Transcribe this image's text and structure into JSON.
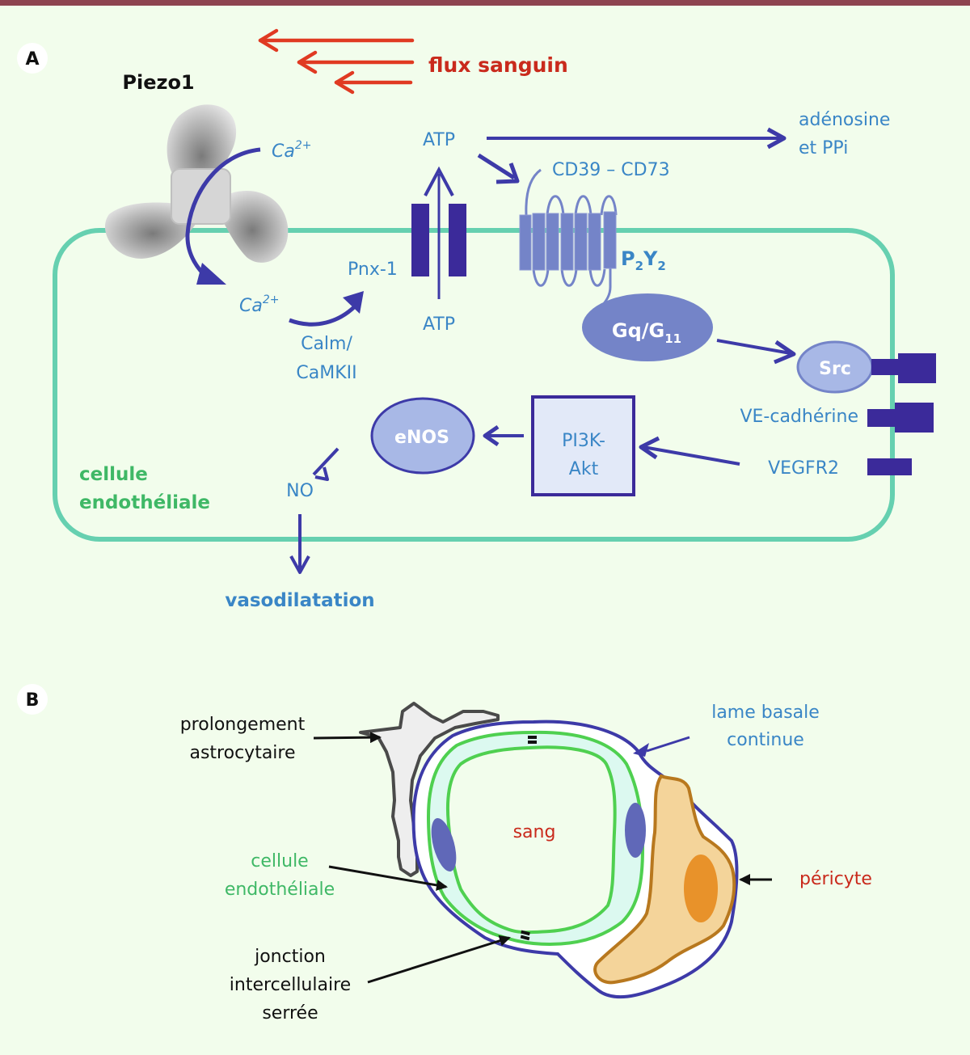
{
  "panel_a": {
    "badge": "A",
    "flow_label": "flux sanguin",
    "piezo_label": "Piezo1",
    "ca_outside": "Ca",
    "ca_outside_sup": "2+",
    "ca_inside": "Ca",
    "ca_inside_sup": "2+",
    "calm_line1": "Calm/",
    "calm_line2": "CaMKII",
    "pnx": "Pnx-1",
    "atp_out": "ATP",
    "atp_in": "ATP",
    "cd39": "CD39 – CD73",
    "adenosine_line1": "adénosine",
    "adenosine_line2": "et PPi",
    "p2y2_main": "P",
    "p2y2_sub1": "2",
    "p2y2_y": "Y",
    "p2y2_sub2": "2",
    "gq_main": "Gq/G",
    "gq_sub": "11",
    "src": "Src",
    "ve_cadherine": "VE-cadhérine",
    "vegfr2": "VEGFR2",
    "pi3k_line1": "PI3K-",
    "pi3k_line2": "Akt",
    "enos": "eNOS",
    "no": "NO",
    "cell_line1": "cellule",
    "cell_line2": "endothéliale",
    "vasodilatation": "vasodilatation"
  },
  "panel_b": {
    "badge": "B",
    "astro_line1": "prolongement",
    "astro_line2": "astrocytaire",
    "lame_line1": "lame basale",
    "lame_line2": "continue",
    "sang": "sang",
    "endo_line1": "cellule",
    "endo_line2": "endothéliale",
    "pericyte": "péricyte",
    "jonction_line1": "jonction",
    "jonction_line2": "intercellulaire",
    "jonction_line3": "serrée"
  },
  "colors": {
    "background": "#f2fdec",
    "top_bar": "#8e4450",
    "flow_red": "#e03a22",
    "arrow_indigo": "#3d3aa8",
    "membrane_teal": "#66d0b0",
    "label_blue": "#3a86c6",
    "cell_green": "#3fb866",
    "receptor_purple": "#7484c8",
    "channel_dark": "#3b2a9a",
    "pericyte_fill": "#f4d49a",
    "pericyte_nucleus": "#e8922a",
    "endothelial_green": "#4fd050",
    "lumen_cyan": "#dcf9f0",
    "nucleus_blue": "#6068b8",
    "astro_gray": "#555555"
  }
}
